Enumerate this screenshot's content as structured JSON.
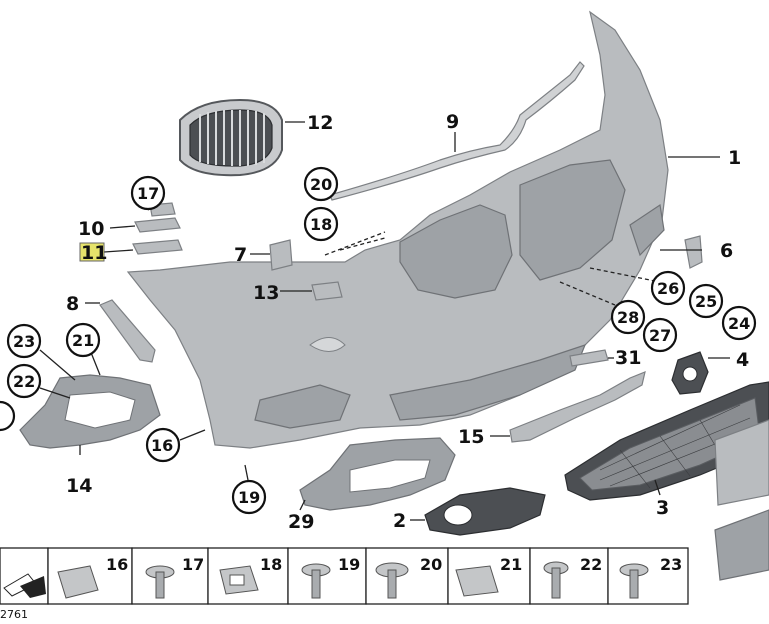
{
  "diagram": {
    "callouts": [
      {
        "id": "1",
        "text": "1"
      },
      {
        "id": "3",
        "text": "3"
      },
      {
        "id": "2",
        "text": "2"
      },
      {
        "id": "4",
        "text": "4"
      },
      {
        "id": "6",
        "text": "6"
      },
      {
        "id": "7",
        "text": "7"
      },
      {
        "id": "8",
        "text": "8"
      },
      {
        "id": "9",
        "text": "9"
      },
      {
        "id": "10",
        "text": "10"
      },
      {
        "id": "11",
        "text": "11",
        "highlighted": true
      },
      {
        "id": "12",
        "text": "12"
      },
      {
        "id": "13",
        "text": "13"
      },
      {
        "id": "14",
        "text": "14"
      },
      {
        "id": "15",
        "text": "15"
      },
      {
        "id": "16",
        "text": "16"
      },
      {
        "id": "17",
        "text": "17"
      },
      {
        "id": "18",
        "text": "18"
      },
      {
        "id": "19",
        "text": "19"
      },
      {
        "id": "20",
        "text": "20"
      },
      {
        "id": "21",
        "text": "21"
      },
      {
        "id": "22",
        "text": "22"
      },
      {
        "id": "23",
        "text": "23"
      },
      {
        "id": "24",
        "text": "24"
      },
      {
        "id": "25",
        "text": "25"
      },
      {
        "id": "26",
        "text": "26"
      },
      {
        "id": "27",
        "text": "27"
      },
      {
        "id": "28",
        "text": "28"
      },
      {
        "id": "29",
        "text": "29"
      },
      {
        "id": "31",
        "text": "31"
      }
    ],
    "highlight_color": "#e6e36b",
    "fastener_strip": [
      "16",
      "17",
      "18",
      "19",
      "20",
      "21",
      "22",
      "23"
    ],
    "reference_code": "2761"
  }
}
